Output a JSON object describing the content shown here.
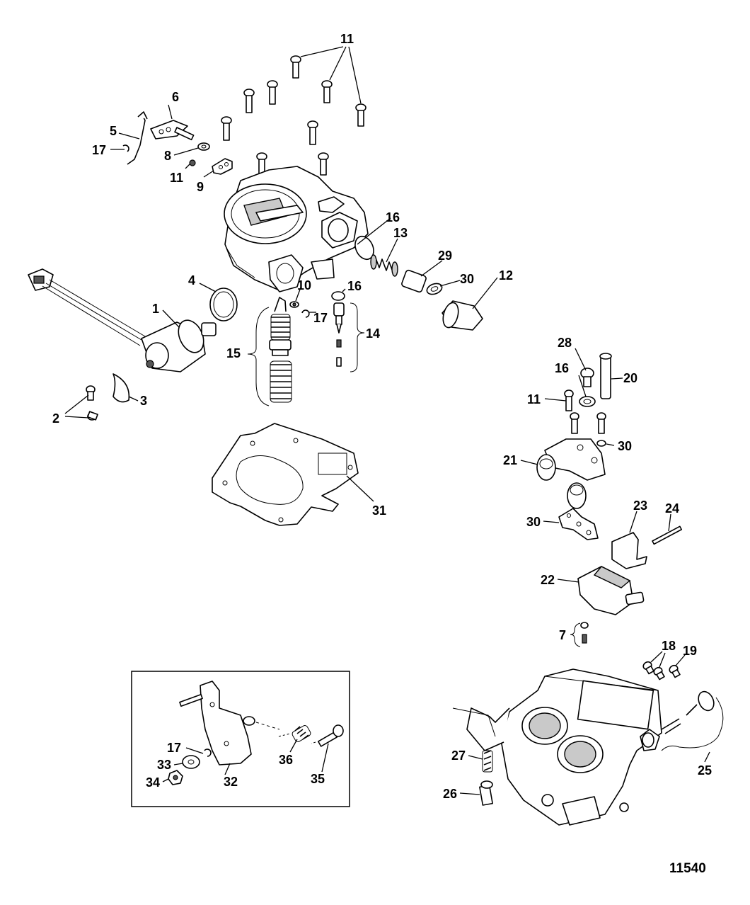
{
  "figure_number": "11540",
  "callouts": [
    {
      "id": "c11a",
      "text": "11"
    },
    {
      "id": "c6",
      "text": "6"
    },
    {
      "id": "c5",
      "text": "5"
    },
    {
      "id": "c17a",
      "text": "17"
    },
    {
      "id": "c8",
      "text": "8"
    },
    {
      "id": "c11b",
      "text": "11"
    },
    {
      "id": "c9",
      "text": "9"
    },
    {
      "id": "c16a",
      "text": "16"
    },
    {
      "id": "c13",
      "text": "13"
    },
    {
      "id": "c29",
      "text": "29"
    },
    {
      "id": "c30a",
      "text": "30"
    },
    {
      "id": "c12",
      "text": "12"
    },
    {
      "id": "c16b",
      "text": "16"
    },
    {
      "id": "c4",
      "text": "4"
    },
    {
      "id": "c1",
      "text": "1"
    },
    {
      "id": "c10",
      "text": "10"
    },
    {
      "id": "c17b",
      "text": "17"
    },
    {
      "id": "c14",
      "text": "14"
    },
    {
      "id": "c15",
      "text": "15"
    },
    {
      "id": "c2",
      "text": "2"
    },
    {
      "id": "c3",
      "text": "3"
    },
    {
      "id": "c31",
      "text": "31"
    },
    {
      "id": "c28",
      "text": "28"
    },
    {
      "id": "c16c",
      "text": "16"
    },
    {
      "id": "c20",
      "text": "20"
    },
    {
      "id": "c11c",
      "text": "11"
    },
    {
      "id": "c30b",
      "text": "30"
    },
    {
      "id": "c21",
      "text": "21"
    },
    {
      "id": "c23",
      "text": "23"
    },
    {
      "id": "c24",
      "text": "24"
    },
    {
      "id": "c30c",
      "text": "30"
    },
    {
      "id": "c22",
      "text": "22"
    },
    {
      "id": "c7",
      "text": "7"
    },
    {
      "id": "c18",
      "text": "18"
    },
    {
      "id": "c19",
      "text": "19"
    },
    {
      "id": "c25",
      "text": "25"
    },
    {
      "id": "c27",
      "text": "27"
    },
    {
      "id": "c26",
      "text": "26"
    },
    {
      "id": "c17c",
      "text": "17"
    },
    {
      "id": "c33",
      "text": "33"
    },
    {
      "id": "c34",
      "text": "34"
    },
    {
      "id": "c32",
      "text": "32"
    },
    {
      "id": "c36",
      "text": "36"
    },
    {
      "id": "c35",
      "text": "35"
    }
  ]
}
